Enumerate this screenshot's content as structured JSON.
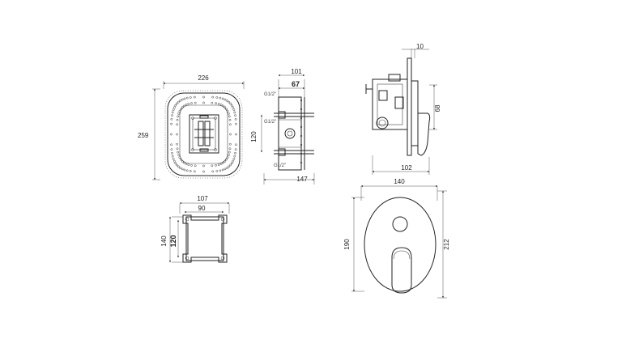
{
  "drawing": {
    "front_view": {
      "width_label": "226",
      "height_label": "259"
    },
    "side_view": {
      "top_outer_label": "101",
      "top_inner_label": "67",
      "mid_label": "120",
      "bottom_label": "147",
      "thread_labels": [
        "G1/2\"",
        "G1/2\"",
        "G1/2\""
      ]
    },
    "profile_view": {
      "top_label": "10",
      "right_label": "68",
      "bottom_label": "102"
    },
    "box_view": {
      "outer_w_label": "107",
      "inner_w_label": "90",
      "outer_h_label": "140",
      "inner_h_label": "120"
    },
    "plate_view": {
      "width_label": "140",
      "height_inner_label": "190",
      "height_outer_label": "212"
    }
  }
}
